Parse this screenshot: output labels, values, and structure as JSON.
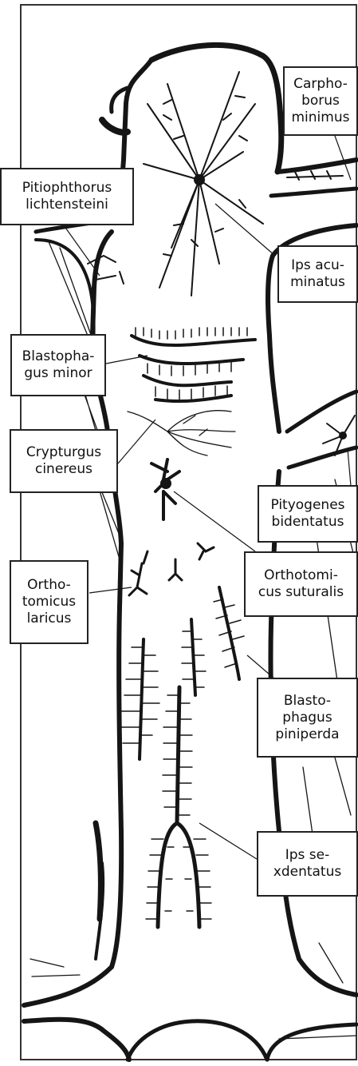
{
  "colors": {
    "ink": "#151515",
    "paper": "#ffffff",
    "frame": "#333333"
  },
  "labels": {
    "carphoborus": "Carpho-\nborus\nminimus",
    "pitiophthorus": "Pitiophthorus\nlichtensteini",
    "ips_acuminatus": "Ips acu-\nminatus",
    "blastophagus_minor": "Blastopha-\ngus minor",
    "crypturgus": "Crypturgus\ncinereus",
    "pityogenes": "Pityogenes\nbidentatus",
    "orthotomicus_laricus": "Ortho-\ntomicus\nlaricus",
    "orthotomicus_suturalis": "Orthotomi-\ncus suturalis",
    "blastophagus_piniperda": "Blasto-\nphagus\npiniperda",
    "ips_sexdentatus": "Ips se-\nxdentatus"
  }
}
